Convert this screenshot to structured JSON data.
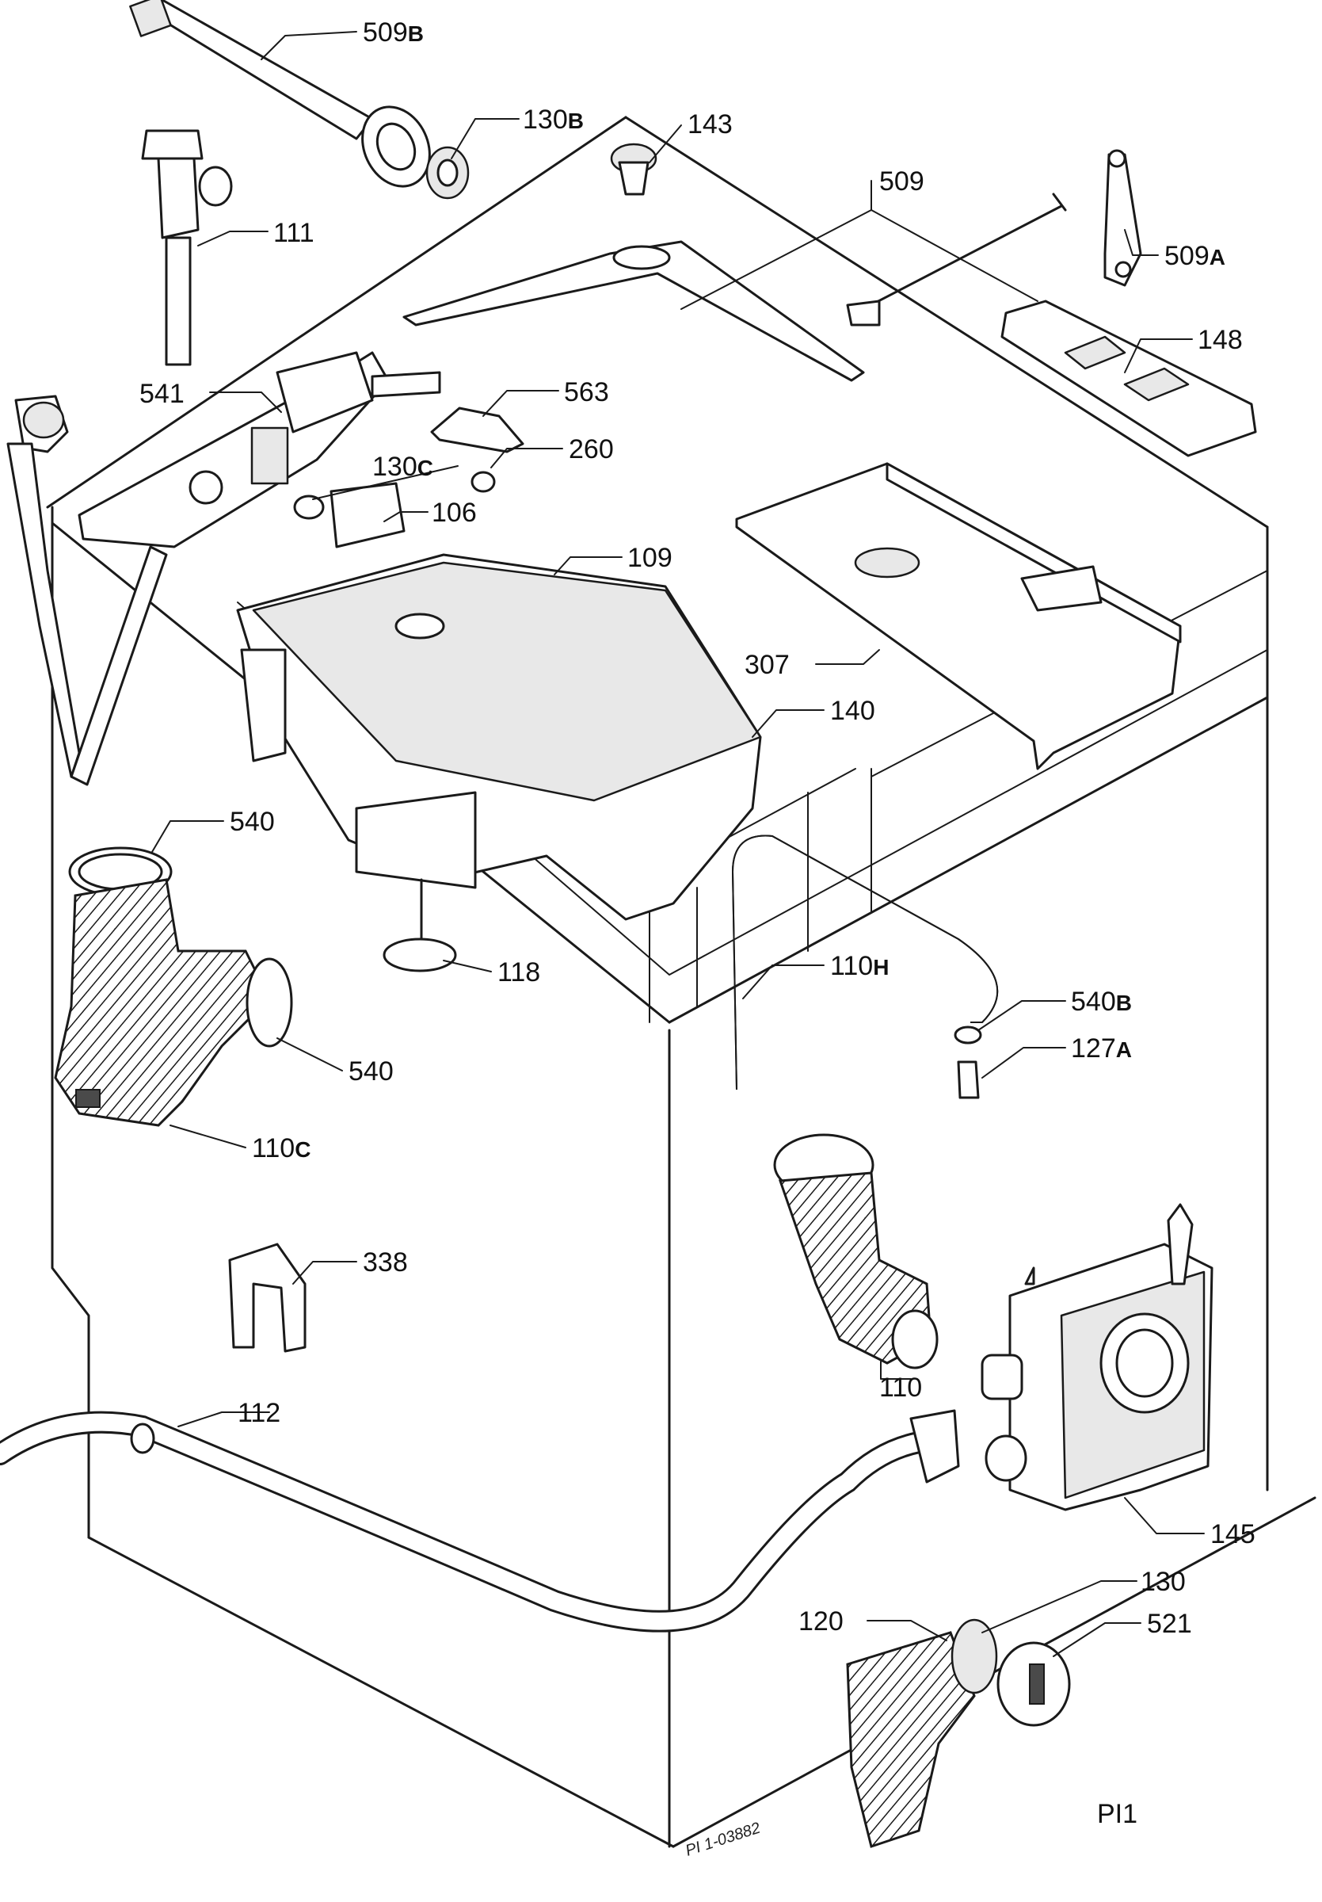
{
  "diagram": {
    "type": "exploded-parts-view",
    "callouts": [
      {
        "id": "509B",
        "number": "509",
        "suffix": "B"
      },
      {
        "id": "130B",
        "number": "130",
        "suffix": "B"
      },
      {
        "id": "143",
        "number": "143",
        "suffix": ""
      },
      {
        "id": "509",
        "number": "509",
        "suffix": ""
      },
      {
        "id": "509A",
        "number": "509",
        "suffix": "A"
      },
      {
        "id": "111",
        "number": "111",
        "suffix": ""
      },
      {
        "id": "148",
        "number": "148",
        "suffix": ""
      },
      {
        "id": "541",
        "number": "541",
        "suffix": ""
      },
      {
        "id": "563",
        "number": "563",
        "suffix": ""
      },
      {
        "id": "130C",
        "number": "130",
        "suffix": "C"
      },
      {
        "id": "260",
        "number": "260",
        "suffix": ""
      },
      {
        "id": "106",
        "number": "106",
        "suffix": ""
      },
      {
        "id": "109",
        "number": "109",
        "suffix": ""
      },
      {
        "id": "307",
        "number": "307",
        "suffix": ""
      },
      {
        "id": "140",
        "number": "140",
        "suffix": ""
      },
      {
        "id": "540-top",
        "number": "540",
        "suffix": ""
      },
      {
        "id": "118",
        "number": "118",
        "suffix": ""
      },
      {
        "id": "110H",
        "number": "110",
        "suffix": "H"
      },
      {
        "id": "540B",
        "number": "540",
        "suffix": "B"
      },
      {
        "id": "127A",
        "number": "127",
        "suffix": "A"
      },
      {
        "id": "540-mid",
        "number": "540",
        "suffix": ""
      },
      {
        "id": "110C",
        "number": "110",
        "suffix": "C"
      },
      {
        "id": "338",
        "number": "338",
        "suffix": ""
      },
      {
        "id": "110",
        "number": "110",
        "suffix": ""
      },
      {
        "id": "112",
        "number": "112",
        "suffix": ""
      },
      {
        "id": "145",
        "number": "145",
        "suffix": ""
      },
      {
        "id": "130",
        "number": "130",
        "suffix": ""
      },
      {
        "id": "120",
        "number": "120",
        "suffix": ""
      },
      {
        "id": "521",
        "number": "521",
        "suffix": ""
      }
    ],
    "drawing_reference": "PI 1-03882",
    "sheet_label": "PI1"
  }
}
